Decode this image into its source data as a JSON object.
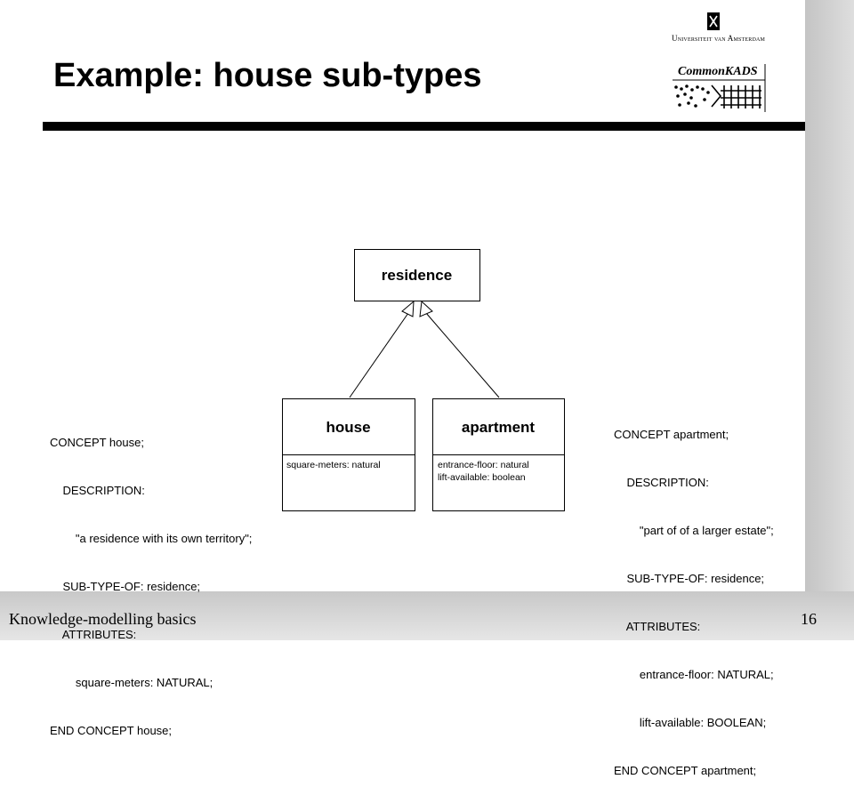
{
  "slide": {
    "title": "Example: house sub-types",
    "footer_left": "Knowledge-modelling basics",
    "page_number": "16"
  },
  "logos": {
    "university": "Universiteit van Amsterdam",
    "commonkads": "CommonKADS"
  },
  "diagram": {
    "supertype": {
      "name": "residence"
    },
    "subtypes": [
      {
        "name": "house",
        "attributes": [
          "square-meters: natural"
        ]
      },
      {
        "name": "apartment",
        "attributes": [
          "entrance-floor: natural",
          "lift-available: boolean"
        ]
      }
    ]
  },
  "code_house": [
    "CONCEPT house;",
    "    DESCRIPTION:",
    "        \"a residence with its own territory\";",
    "    SUB-TYPE-OF: residence;",
    "    ATTRIBUTES:",
    "        square-meters: NATURAL;",
    "END CONCEPT house;"
  ],
  "code_apartment": [
    "CONCEPT apartment;",
    "    DESCRIPTION:",
    "        \"part of of a larger estate\";",
    "    SUB-TYPE-OF: residence;",
    "    ATTRIBUTES:",
    "        entrance-floor: NATURAL;",
    "        lift-available: BOOLEAN;",
    "END CONCEPT apartment;"
  ]
}
